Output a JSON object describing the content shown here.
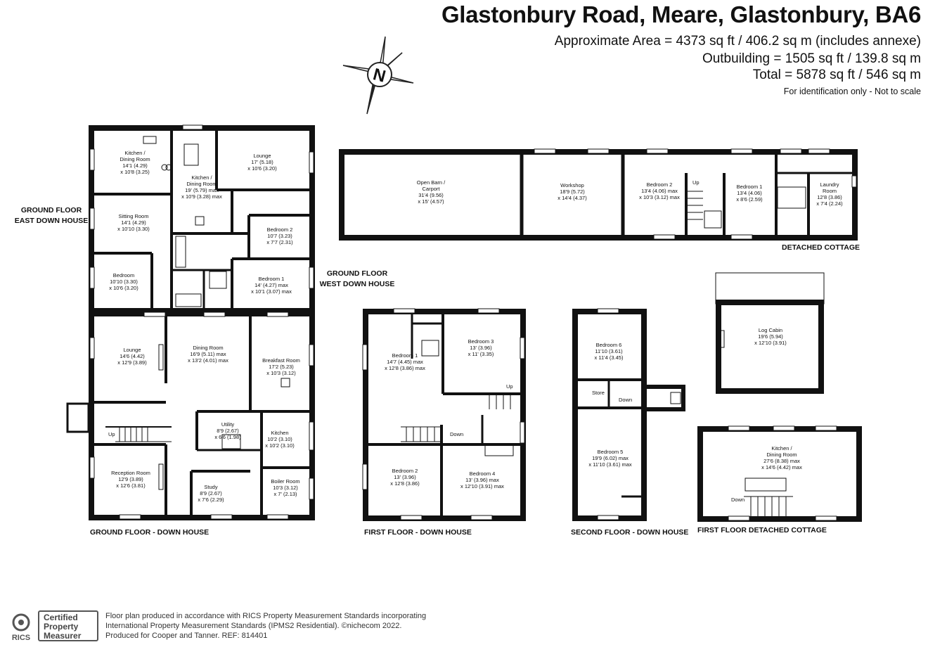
{
  "header": {
    "title": "Glastonbury Road, Meare, Glastonbury, BA6",
    "area_line1": "Approximate Area = 4373 sq ft / 406.2 sq m (includes annexe)",
    "area_line2": "Outbuilding = 1505 sq ft / 139.8 sq m",
    "area_line3": "Total = 5878 sq ft / 546 sq m",
    "note": "For identification only - Not to scale"
  },
  "compass": {
    "letter": "N",
    "icon": "north-arrow-compass"
  },
  "floor_labels": {
    "ground_east_1": "GROUND FLOOR",
    "ground_east_2": "EAST DOWN HOUSE",
    "ground_west_1": "GROUND FLOOR",
    "ground_west_2": "WEST DOWN HOUSE",
    "ground_down": "GROUND FLOOR - DOWN HOUSE",
    "first_down": "FIRST FLOOR - DOWN HOUSE",
    "second_down": "SECOND FLOOR - DOWN HOUSE",
    "detached": "DETACHED COTTAGE",
    "first_detached": "FIRST FLOOR DETACHED COTTAGE"
  },
  "rooms": {
    "east_kitchen": [
      "Kitchen /",
      "Dining Room",
      "14'1 (4.29)",
      "x 10'8 (3.25)"
    ],
    "east_kitchen2": [
      "Kitchen /",
      "Dining Room",
      "19' (5.79) max",
      "x 10'9 (3.28) max"
    ],
    "east_lounge": [
      "Lounge",
      "17' (5.18)",
      "x 10'6 (3.20)"
    ],
    "east_sitting": [
      "Sitting Room",
      "14'1 (4.29)",
      "x 10'10 (3.30)"
    ],
    "east_bedroom2": [
      "Bedroom 2",
      "10'7 (3.23)",
      "x 7'7 (2.31)"
    ],
    "east_bedroom": [
      "Bedroom",
      "10'10 (3.30)",
      "x 10'6 (3.20)"
    ],
    "east_bedroom1": [
      "Bedroom 1",
      "14' (4.27) max",
      "x 10'1 (3.07) max"
    ],
    "gd_lounge": [
      "Lounge",
      "14'6 (4.42)",
      "x 12'9 (3.89)"
    ],
    "gd_dining": [
      "Dining Room",
      "16'9 (5.11) max",
      "x 13'2 (4.01) max"
    ],
    "gd_breakfast": [
      "Breakfast Room",
      "17'2 (5.23)",
      "x 10'3 (3.12)"
    ],
    "gd_utility": [
      "Utility",
      "8'9 (2.67)",
      "x 6'6 (1.98)"
    ],
    "gd_kitchen": [
      "Kitchen",
      "10'2 (3.10)",
      "x 10'2 (3.10)"
    ],
    "gd_reception": [
      "Reception Room",
      "12'9 (3.89)",
      "x 12'6 (3.81)"
    ],
    "gd_study": [
      "Study",
      "8'9 (2.67)",
      "x 7'6 (2.29)"
    ],
    "gd_boiler": [
      "Boiler Room",
      "10'3 (3.12)",
      "x 7' (2.13)"
    ],
    "barn": [
      "Open Barn /",
      "Carport",
      "31'4 (9.56)",
      "x 15' (4.57)"
    ],
    "workshop": [
      "Workshop",
      "18'9 (5.72)",
      "x 14'4 (4.37)"
    ],
    "cot_bedroom2": [
      "Bedroom 2",
      "13'4 (4.06) max",
      "x 10'3 (3.12) max"
    ],
    "cot_bedroom1": [
      "Bedroom 1",
      "13'4 (4.06)",
      "x 8'6 (2.59)"
    ],
    "cot_laundry": [
      "Laundry",
      "Room",
      "12'8 (3.86)",
      "x 7'4 (2.24)"
    ],
    "fd_bedroom1": [
      "Bedroom 1",
      "14'7 (4.45) max",
      "x 12'8 (3.86) max"
    ],
    "fd_bedroom3": [
      "Bedroom 3",
      "13' (3.96)",
      "x 11' (3.35)"
    ],
    "fd_bedroom2": [
      "Bedroom 2",
      "13' (3.96)",
      "x 12'8 (3.86)"
    ],
    "fd_bedroom4": [
      "Bedroom 4",
      "13' (3.96) max",
      "x 12'10 (3.91) max"
    ],
    "sd_bedroom6": [
      "Bedroom 6",
      "11'10 (3.61)",
      "x 11'4 (3.45)"
    ],
    "sd_bedroom5": [
      "Bedroom 5",
      "19'9 (6.02) max",
      "x 11'10 (3.61) max"
    ],
    "log_cabin": [
      "Log Cabin",
      "19'6 (5.94)",
      "x 12'10 (3.91)"
    ],
    "fdc_kitchen": [
      "Kitchen /",
      "Dining Room",
      "27'6 (8.38) max",
      "x 14'6 (4.42) max"
    ]
  },
  "small_labels": {
    "up": "Up",
    "down": "Down",
    "store": "Store"
  },
  "footer": {
    "rics": "RICS",
    "badge_line1": "Certified",
    "badge_line2": "Property",
    "badge_line3": "Measurer",
    "line1": "Floor plan produced in accordance with RICS Property Measurement Standards incorporating",
    "line2": "International Property Measurement Standards (IPMS2 Residential).  ©nichecom 2022.",
    "line3": "Produced for Cooper and Tanner.   REF: 814401"
  }
}
